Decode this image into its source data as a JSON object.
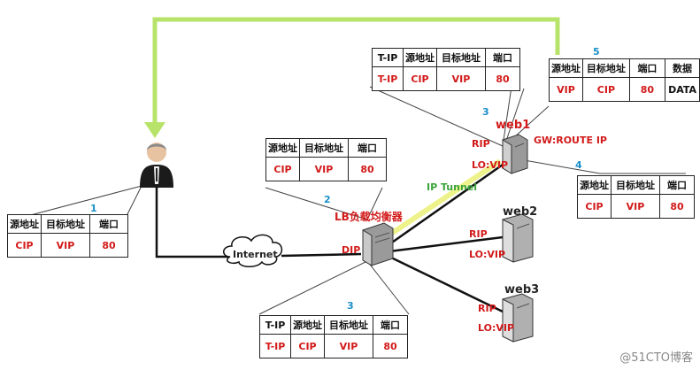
{
  "tables": {
    "t1": {
      "number": "1",
      "headers": [
        "源地址",
        "目标地址",
        "端口"
      ],
      "values": [
        "CIP",
        "VIP",
        "80"
      ]
    },
    "t2": {
      "number": "2",
      "headers": [
        "源地址",
        "目标地址",
        "端口"
      ],
      "values": [
        "CIP",
        "VIP",
        "80"
      ]
    },
    "t3a": {
      "number": "3",
      "headers": [
        "T-IP",
        "源地址",
        "目标地址",
        "端口"
      ],
      "values": [
        "T-IP",
        "CIP",
        "VIP",
        "80"
      ]
    },
    "t3b": {
      "number": "3",
      "headers": [
        "T-IP",
        "源地址",
        "目标地址",
        "端口"
      ],
      "values": [
        "T-IP",
        "CIP",
        "VIP",
        "80"
      ]
    },
    "t4": {
      "number": "4",
      "headers": [
        "源地址",
        "目标地址",
        "端口"
      ],
      "values": [
        "CIP",
        "VIP",
        "80"
      ]
    },
    "t5": {
      "number": "5",
      "headers": [
        "源地址",
        "目标地址",
        "端口",
        "数据"
      ],
      "values": [
        "VIP",
        "CIP",
        "80",
        "DATA"
      ]
    }
  },
  "labels": {
    "internet": "Internet",
    "lb": "LB负载均衡器",
    "dip": "DIP",
    "ip_tunnel": "IP Tunnel",
    "web1": "web1",
    "web2": "web2",
    "web3": "web3",
    "rip1": "RIP",
    "lo1": "LO:VIP",
    "gw": "GW:ROUTE IP",
    "rip2": "RIP",
    "lo2": "LO:VIP",
    "rip3": "RIP",
    "lo3": "LO:VIP"
  },
  "watermark": "@51CTO博客",
  "colors": {
    "return_path": "#b7e36a",
    "tunnel": "#eef28a",
    "value_red": "#d21a1a",
    "number_blue": "#1a8fc9"
  }
}
